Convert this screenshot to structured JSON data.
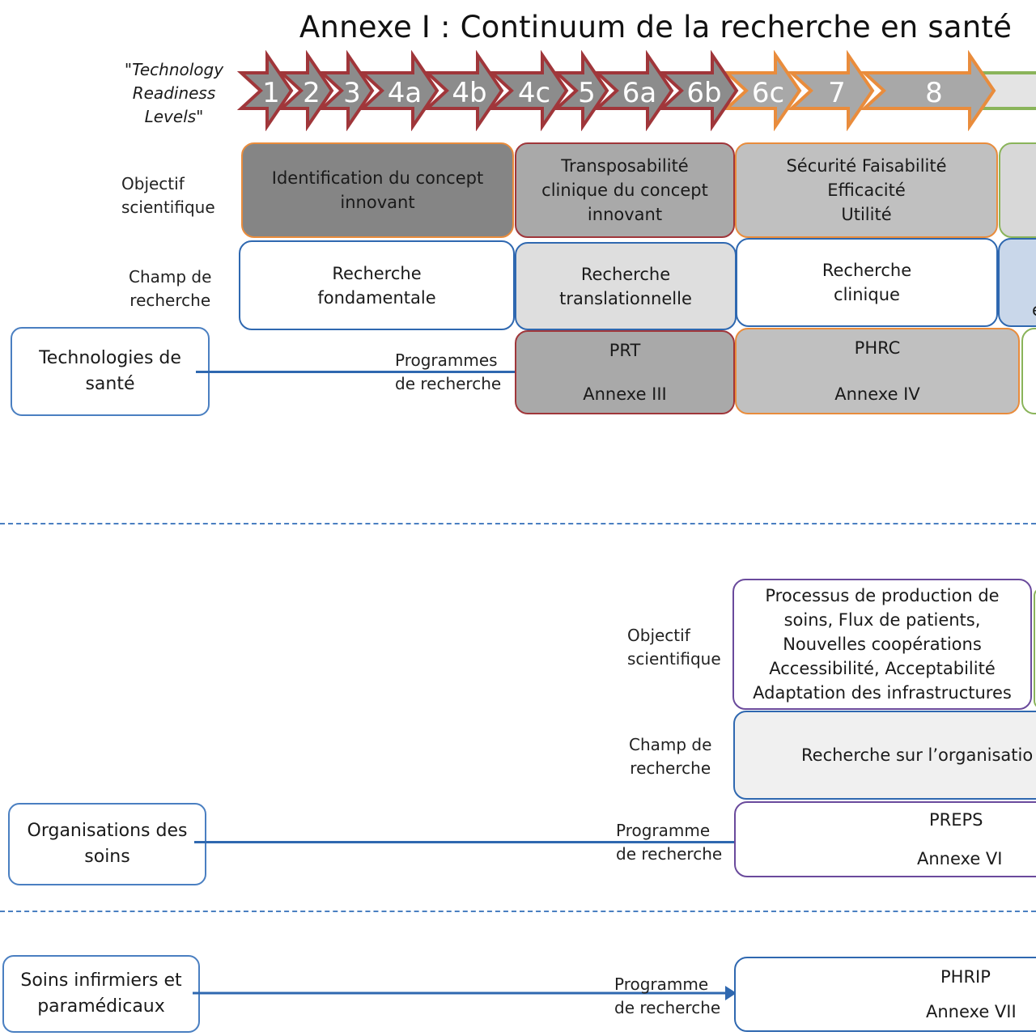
{
  "title": "Annexe I : Continuum de la recherche en santé",
  "trl": {
    "label": "\"Technology\nReadiness\nLevels\"",
    "steps": [
      "1",
      "2",
      "3",
      "4a",
      "4b",
      "4c",
      "5",
      "6a",
      "6b",
      "6c",
      "7",
      "8"
    ]
  },
  "technologies": {
    "start_label": "Technologies de santé",
    "objectif_label": "Objectif\nscientifique",
    "champ_label": "Champ de\nrecherche",
    "programmes_label": "Programmes\nde recherche",
    "objectifs": [
      "Identification du concept\ninnovant",
      "Transposabilité\nclinique du concept\ninnovant",
      "Sécurité Faisabilité\nEfficacité\nUtilité"
    ],
    "champs": [
      "Recherche\nfondamentale",
      "Recherche\ntranslationnelle",
      "Recherche\nclinique",
      "e"
    ],
    "programmes": [
      {
        "name": "PRT",
        "annexe": "Annexe III"
      },
      {
        "name": "PHRC",
        "annexe": "Annexe IV"
      }
    ]
  },
  "organisations": {
    "start_label": "Organisations des\nsoins",
    "objectif_label": "Objectif\nscientifique",
    "objectif_text": "Processus de production de\nsoins, Flux de patients,\nNouvelles coopérations\nAccessibilité, Acceptabilité\nAdaptation  des infrastructures",
    "champ_label": "Champ de\nrecherche",
    "champ_text": "Recherche sur l’organisatio",
    "programme_label": "Programme\nde recherche",
    "programme": {
      "name": "PREPS",
      "annexe": "Annexe VI"
    }
  },
  "soins": {
    "start_label": "Soins infirmiers et\nparamédicaux",
    "programme_label": "Programme\nde recherche",
    "programme": {
      "name": "PHRIP",
      "annexe": "Annexe VII"
    }
  },
  "colors": {
    "arrow_red": "#a0363a",
    "arrow_orange": "#e98c3c",
    "arrow_green": "#8ab45a",
    "line_blue": "#2f68b0",
    "purple": "#6a4a9c"
  }
}
